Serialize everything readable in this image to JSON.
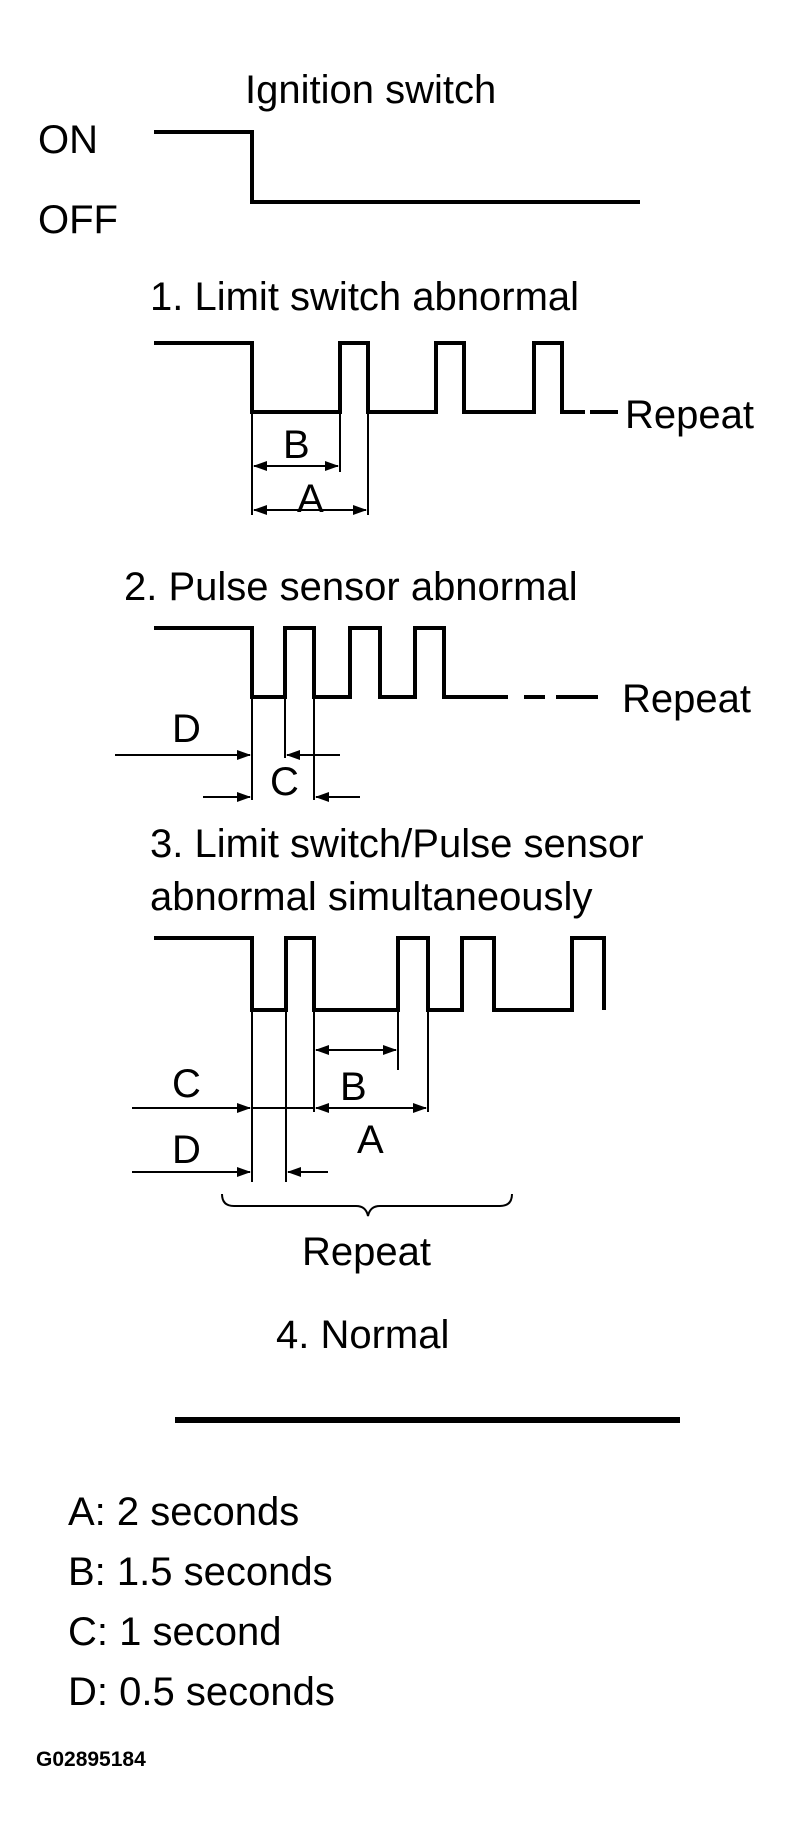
{
  "ignition": {
    "title": "Ignition switch",
    "on_label": "ON",
    "off_label": "OFF"
  },
  "sections": {
    "limit_switch": {
      "title": "1. Limit switch abnormal",
      "repeat": "Repeat",
      "label_a": "A",
      "label_b": "B"
    },
    "pulse_sensor": {
      "title": "2. Pulse sensor abnormal",
      "repeat": "Repeat",
      "label_c": "C",
      "label_d": "D"
    },
    "simultaneous": {
      "title_line1": "3. Limit switch/Pulse sensor",
      "title_line2": "abnormal simultaneously",
      "label_a": "A",
      "label_b": "B",
      "label_c": "C",
      "label_d": "D",
      "repeat": "Repeat"
    },
    "normal": {
      "title": "4. Normal"
    }
  },
  "legend": [
    "A: 2 seconds",
    "B: 1.5 seconds",
    "C: 1 second",
    "D: 0.5 seconds"
  ],
  "figure_id": "G02895184"
}
